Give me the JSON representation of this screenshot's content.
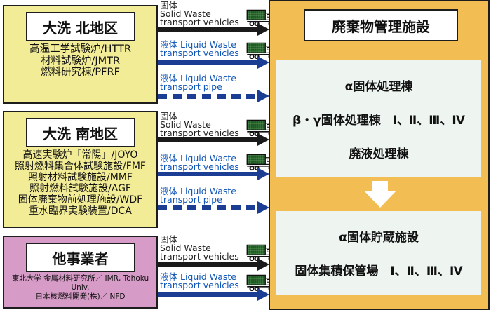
{
  "left_boxes": [
    {
      "title": "大洗 北地区",
      "items": [
        "高温工学試験炉/HTTR",
        "材料試験炉/JMTR",
        "燃料研究棟/PFRF"
      ]
    },
    {
      "title": "大洗 南地区",
      "items": [
        "高速実験炉「常陽」/JOYO",
        "照射燃料集合体試験施設/FMF",
        "照射材料試験施設/MMF",
        "照射燃料試験施設/AGF",
        "固体廃棄物前処理施設/WDF",
        "重水臨界実験装置/DCA"
      ]
    },
    {
      "title": "他事業者",
      "items": [
        "東北大学 金属材料研究所／ IMR, Tohoku Univ.",
        "日本核燃料開発(株)／ NFD"
      ]
    }
  ],
  "transport": {
    "solid": {
      "l1": "固体",
      "l2": "Solid Waste",
      "l3": "transport vehicles"
    },
    "liquid_vehicle": {
      "l1": "液体  Liquid Waste",
      "l2": "transport vehicles"
    },
    "liquid_pipe": {
      "l1": "液体  Liquid Waste",
      "l2": "transport pipe"
    }
  },
  "right_panel": {
    "title": "廃棄物管理施設",
    "processing_box": {
      "lines": [
        "α固体処理棟",
        "β・γ固体処理棟　Ⅰ、Ⅱ、Ⅲ、Ⅳ",
        "廃液処理棟"
      ]
    },
    "storage_box": {
      "lines": [
        "α固体貯蔵施設",
        "固体集積保管場　Ⅰ、Ⅱ、Ⅲ、Ⅳ"
      ]
    }
  },
  "colors": {
    "panel_bg": "#F2BE54",
    "source_yellow": "#F2EC96",
    "source_pink": "#D79BC8",
    "inner_box_bg": "#EEF5F1",
    "arrow_black": "#1A1A1A",
    "arrow_blue": "#1B3E94",
    "label_blue": "#1257B8",
    "truck_green": "#1E5A24"
  }
}
